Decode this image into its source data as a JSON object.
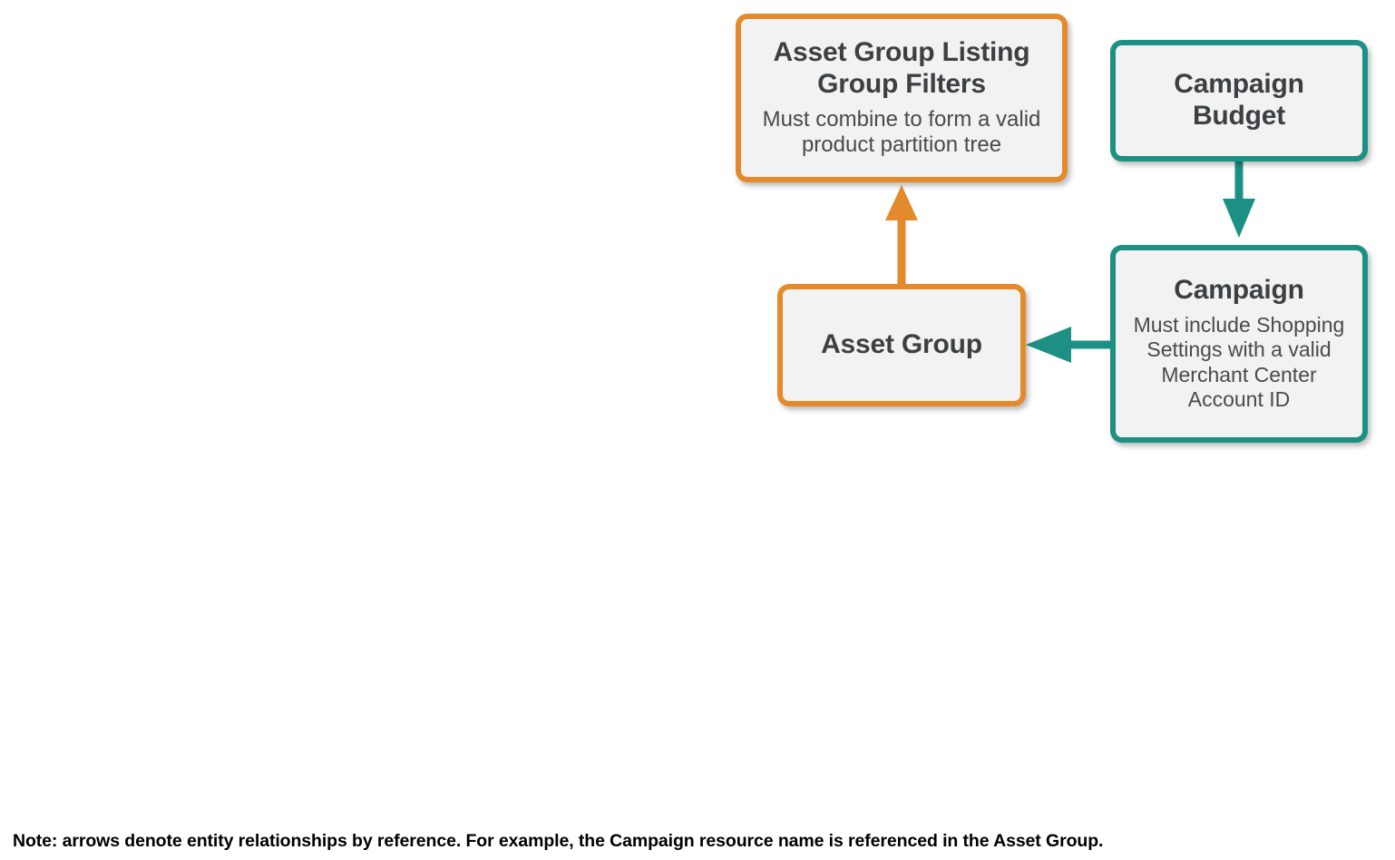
{
  "diagram": {
    "type": "entity-relationship",
    "background": "#ffffff",
    "palette": {
      "orange": "#e38b2c",
      "teal": "#1c9183",
      "node_fill": "#f2f2f2",
      "title_text": "#3c4043",
      "desc_text": "#4a4a4a",
      "note_text": "#000000"
    },
    "nodes": [
      {
        "id": "asset-group-listing-group-filters",
        "title": "Asset Group Listing Group Filters",
        "description": "Must combine to form a valid product partition tree",
        "accent": "#e38b2c"
      },
      {
        "id": "campaign-budget",
        "title": "Campaign Budget",
        "description": "",
        "accent": "#1c9183"
      },
      {
        "id": "asset-group",
        "title": "Asset Group",
        "description": "",
        "accent": "#e38b2c"
      },
      {
        "id": "campaign",
        "title": "Campaign",
        "description": "Must include Shopping Settings with a valid Merchant Center Account ID",
        "accent": "#1c9183"
      }
    ],
    "edges": [
      {
        "id": "asset-group-to-listing-group-filters",
        "from": "asset-group",
        "to": "asset-group-listing-group-filters",
        "direction": "up",
        "color": "#e38b2c"
      },
      {
        "id": "campaign-budget-to-campaign",
        "from": "campaign-budget",
        "to": "campaign",
        "direction": "down",
        "color": "#1c9183"
      },
      {
        "id": "campaign-to-asset-group",
        "from": "campaign",
        "to": "asset-group",
        "direction": "left",
        "color": "#1c9183"
      }
    ],
    "note": "Note: arrows denote entity relationships by reference. For example, the Campaign resource name is referenced in the Asset Group."
  }
}
